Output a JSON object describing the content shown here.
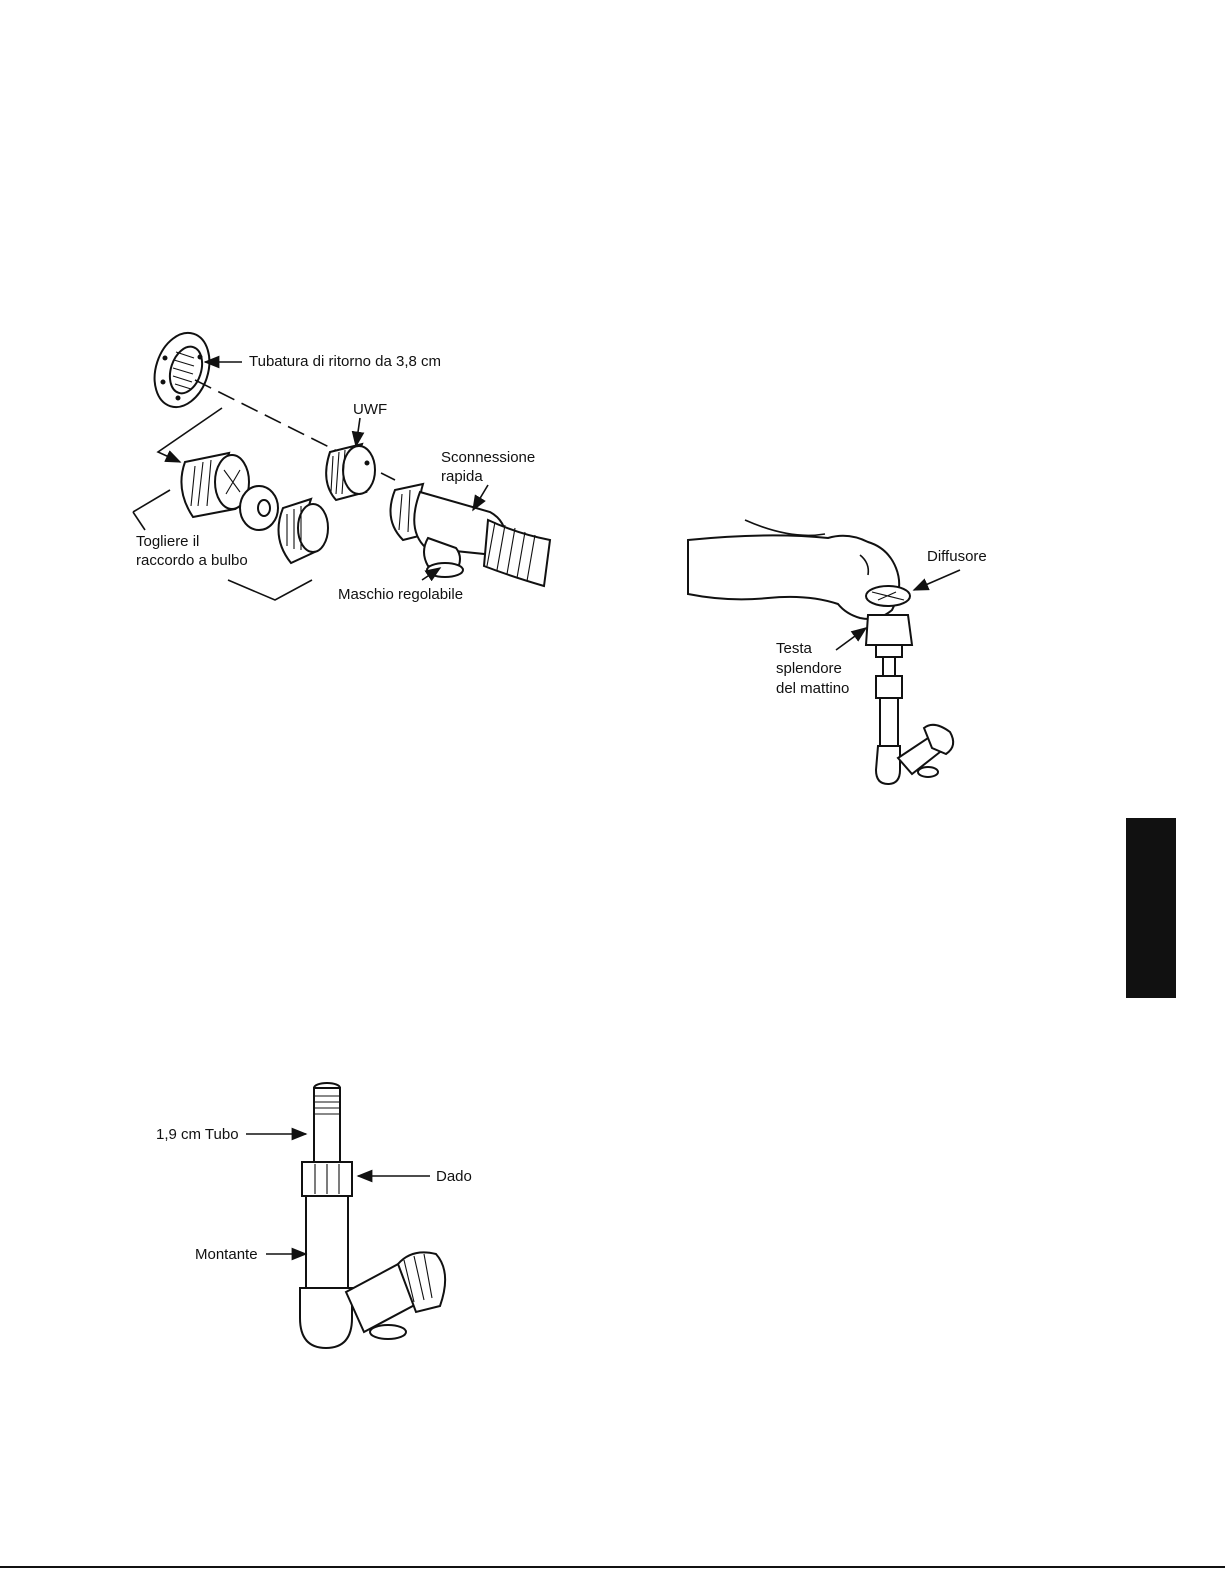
{
  "figures": {
    "fig1": {
      "tubatura": "Tubatura di ritorno da 3,8 cm",
      "uwf": "UWF",
      "sconnessione": [
        "Sconnessione",
        "rapida"
      ],
      "togliere": [
        "Togliere il",
        "raccordo a bulbo"
      ],
      "maschio": "Maschio regolabile"
    },
    "fig2": {
      "diffusore": "Diffusore",
      "testa": [
        "Testa",
        "splendore",
        "del mattino"
      ]
    },
    "fig3": {
      "tubo": "1,9 cm Tubo",
      "dado": "Dado",
      "montante": "Montante"
    }
  }
}
